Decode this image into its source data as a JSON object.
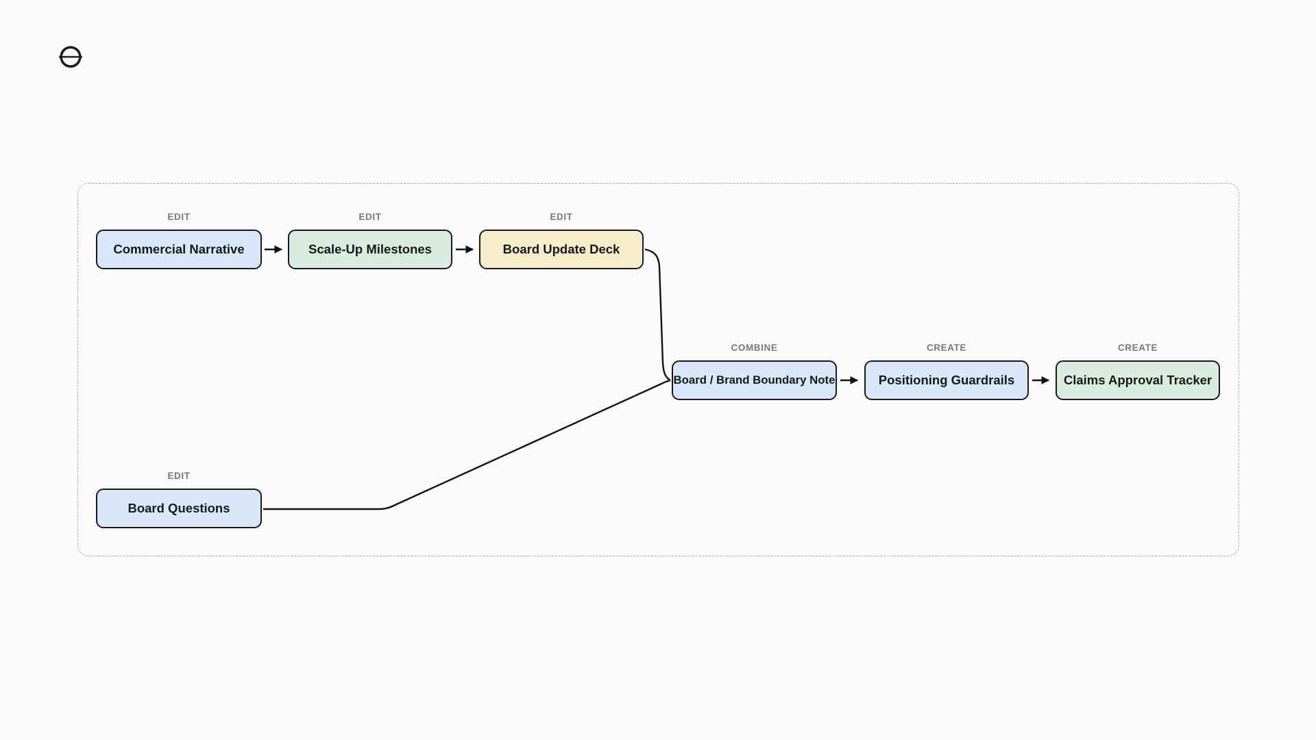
{
  "app": {
    "logo": "flow-app-logo",
    "background_color": "#fafafa",
    "boundary_style": "dashed"
  },
  "colors": {
    "node_blue": "#d9e8f8",
    "node_green": "#d9ecdf",
    "node_yellow": "#f8edca",
    "node_border": "#17191c",
    "action_label": "#76787b",
    "boundary": "#a9a9a9"
  },
  "diagram": {
    "nodes": [
      {
        "id": "commercial-narrative",
        "action": "EDIT",
        "label": "Commercial Narrative",
        "color": "blue"
      },
      {
        "id": "scale-up-milestones",
        "action": "EDIT",
        "label": "Scale-Up Milestones",
        "color": "green"
      },
      {
        "id": "board-update-deck",
        "action": "EDIT",
        "label": "Board Update Deck",
        "color": "yellow"
      },
      {
        "id": "board-brand-boundary-note",
        "action": "COMBINE",
        "label": "Board / Brand Boundary Note",
        "color": "blue"
      },
      {
        "id": "positioning-guardrails",
        "action": "CREATE",
        "label": "Positioning Guardrails",
        "color": "blue"
      },
      {
        "id": "claims-approval-tracker",
        "action": "CREATE",
        "label": "Claims Approval Tracker",
        "color": "green"
      },
      {
        "id": "board-questions",
        "action": "EDIT",
        "label": "Board Questions",
        "color": "blue"
      }
    ],
    "edges": [
      {
        "from": "commercial-narrative",
        "to": "scale-up-milestones",
        "type": "arrow"
      },
      {
        "from": "scale-up-milestones",
        "to": "board-update-deck",
        "type": "arrow"
      },
      {
        "from": "board-update-deck",
        "to": "board-brand-boundary-note",
        "type": "line"
      },
      {
        "from": "board-questions",
        "to": "board-brand-boundary-note",
        "type": "line"
      },
      {
        "from": "board-brand-boundary-note",
        "to": "positioning-guardrails",
        "type": "arrow"
      },
      {
        "from": "positioning-guardrails",
        "to": "claims-approval-tracker",
        "type": "arrow"
      }
    ]
  }
}
